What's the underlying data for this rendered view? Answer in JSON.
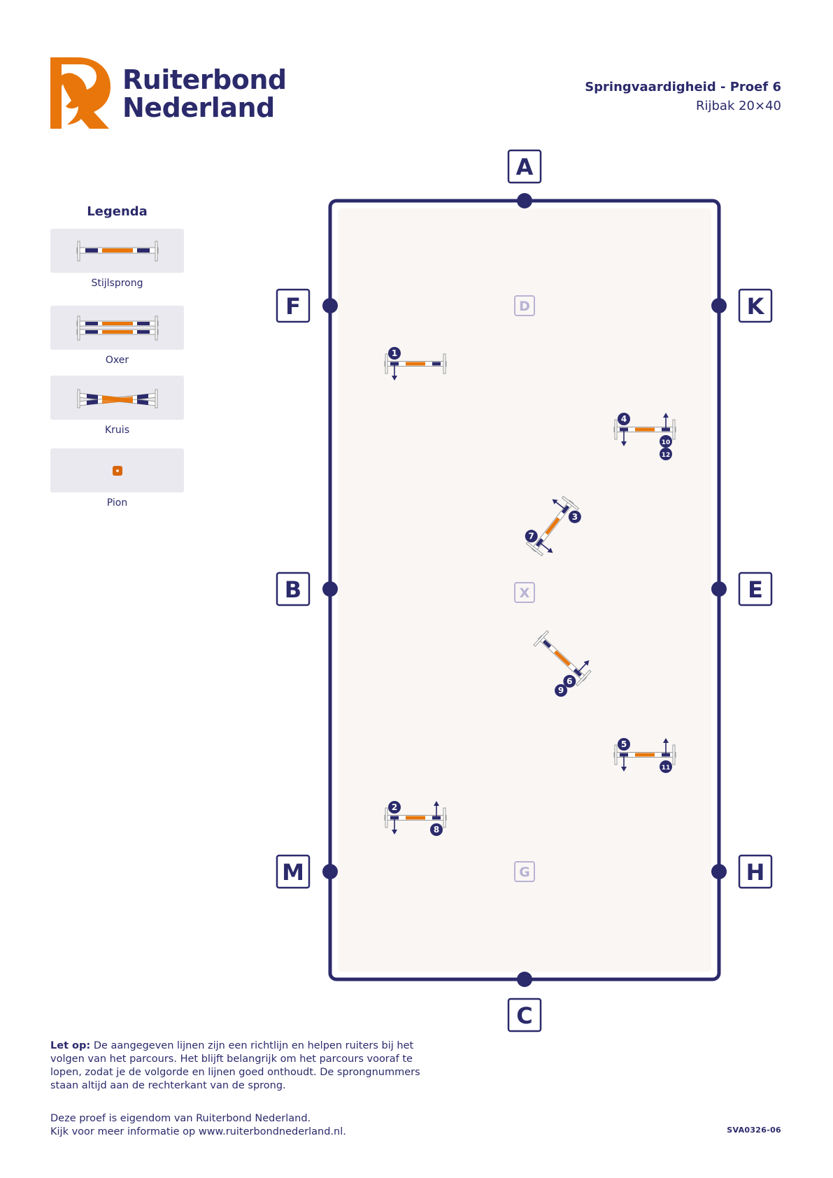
{
  "brand": {
    "name_line1": "Ruiterbond",
    "name_line2": "Nederland",
    "logo_color": "#e8760a",
    "text_color": "#2b2a6b"
  },
  "header": {
    "title": "Springvaardigheid - Proef 6",
    "subtitle": "Rijbak 20×40"
  },
  "legend": {
    "title": "Legenda",
    "items": [
      {
        "icon": "stijlsprong-icon",
        "label": "Stijlsprong"
      },
      {
        "icon": "oxer-icon",
        "label": "Oxer"
      },
      {
        "icon": "kruis-icon",
        "label": "Kruis"
      },
      {
        "icon": "pion-icon",
        "label": "Pion"
      }
    ]
  },
  "arena": {
    "size": "20×40",
    "fill": "#f9f6f4",
    "border": "#2b2a6b",
    "outer_markers": [
      "A",
      "K",
      "E",
      "H",
      "C",
      "M",
      "B",
      "F"
    ],
    "inner_markers": [
      "D",
      "X",
      "G"
    ]
  },
  "jumps": [
    {
      "type": "stijlsprong",
      "orientation": "horizontal",
      "area": "upper-left",
      "numbers_left": [
        "1"
      ],
      "numbers_right": [],
      "left_arrow": "down",
      "right_arrow": null
    },
    {
      "type": "stijlsprong",
      "orientation": "horizontal",
      "area": "upper-right",
      "numbers_left": [
        "4"
      ],
      "numbers_right": [
        "10",
        "12"
      ],
      "left_arrow": "down",
      "right_arrow": "up"
    },
    {
      "type": "stijlsprong",
      "orientation": "diagonal-rising",
      "area": "center-upper",
      "numbers_left": [
        "7"
      ],
      "numbers_right": [
        "3"
      ],
      "left_arrow": "down-right",
      "right_arrow": "up-left"
    },
    {
      "type": "stijlsprong",
      "orientation": "diagonal-falling",
      "area": "center-lower",
      "numbers_left": [],
      "numbers_right": [
        "6",
        "9"
      ],
      "left_arrow": null,
      "right_arrow": "up-right"
    },
    {
      "type": "stijlsprong",
      "orientation": "horizontal",
      "area": "lower-right",
      "numbers_left": [
        "5"
      ],
      "numbers_right": [
        "11"
      ],
      "left_arrow": "down",
      "right_arrow": "up"
    },
    {
      "type": "stijlsprong",
      "orientation": "horizontal",
      "area": "lower-left",
      "numbers_left": [
        "2"
      ],
      "numbers_right": [
        "8"
      ],
      "left_arrow": "down",
      "right_arrow": "up"
    }
  ],
  "note": {
    "label": "Let op:",
    "text": "De aangegeven lijnen zijn een richtlijn en helpen ruiters bij het volgen van het parcours. Het blijft belangrijk om het parcours vooraf te lopen, zodat je de volgorde en lijnen goed onthoudt. De sprongnummers staan altijd aan de rechterkant van de sprong."
  },
  "footer": {
    "line1": "Deze proef is eigendom van Ruiterbond Nederland.",
    "line2": "Kijk voor meer informatie op www.ruiterbondnederland.nl.",
    "code": "SVA0326-06"
  }
}
